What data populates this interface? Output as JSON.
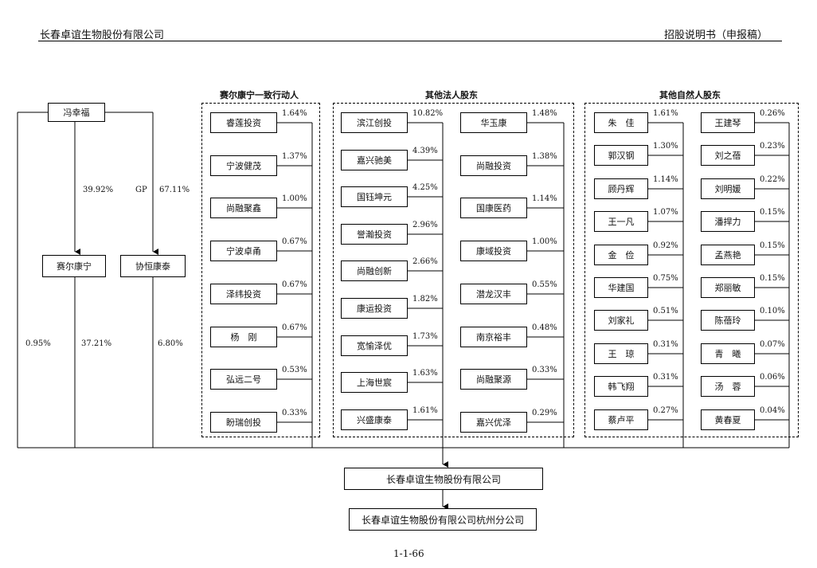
{
  "header": {
    "company": "长春卓谊生物股份有限公司",
    "doc": "招股说明书（申报稿）"
  },
  "top": {
    "person": "冯幸福",
    "left_entity": "赛尔康宁",
    "right_entity": "协恒康泰",
    "pct_left_entity": "39.92%",
    "gp_label": "GP",
    "pct_right_entity": "67.11%",
    "pct_person_direct": "0.95%",
    "pct_left_company": "37.21%",
    "pct_right_company": "6.80%"
  },
  "groups": {
    "concert": {
      "title": "赛尔康宁一致行动人",
      "items": [
        {
          "name": "睿莲投资",
          "pct": "1.64%"
        },
        {
          "name": "宁波健茂",
          "pct": "1.37%"
        },
        {
          "name": "尚融聚鑫",
          "pct": "1.00%"
        },
        {
          "name": "宁波卓甬",
          "pct": "0.67%"
        },
        {
          "name": "泽纬投资",
          "pct": "0.67%"
        },
        {
          "name": "杨　刚",
          "pct": "0.67%"
        },
        {
          "name": "弘远二号",
          "pct": "0.53%"
        },
        {
          "name": "盼瑞创投",
          "pct": "0.33%"
        }
      ]
    },
    "legal": {
      "title": "其他法人股东",
      "col1": [
        {
          "name": "滨江创投",
          "pct": "10.82%"
        },
        {
          "name": "嘉兴驰美",
          "pct": "4.39%"
        },
        {
          "name": "国钰坤元",
          "pct": "4.25%"
        },
        {
          "name": "誉瀚投资",
          "pct": "2.96%"
        },
        {
          "name": "尚融创新",
          "pct": "2.66%"
        },
        {
          "name": "康运投资",
          "pct": "1.82%"
        },
        {
          "name": "宽愉泽优",
          "pct": "1.73%"
        },
        {
          "name": "上海世宸",
          "pct": "1.63%"
        },
        {
          "name": "兴盛康泰",
          "pct": "1.61%"
        }
      ],
      "col2": [
        {
          "name": "华玉康",
          "pct": "1.48%"
        },
        {
          "name": "尚融投资",
          "pct": "1.38%"
        },
        {
          "name": "国康医药",
          "pct": "1.14%"
        },
        {
          "name": "康域投资",
          "pct": "1.00%"
        },
        {
          "name": "潜龙汉丰",
          "pct": "0.55%"
        },
        {
          "name": "南京裕丰",
          "pct": "0.48%"
        },
        {
          "name": "尚融聚源",
          "pct": "0.33%"
        },
        {
          "name": "嘉兴优泽",
          "pct": "0.29%"
        }
      ]
    },
    "natural": {
      "title": "其他自然人股东",
      "col1": [
        {
          "name": "朱　佳",
          "pct": "1.61%"
        },
        {
          "name": "郭汉钢",
          "pct": "1.30%"
        },
        {
          "name": "顾丹辉",
          "pct": "1.14%"
        },
        {
          "name": "王一凡",
          "pct": "1.07%"
        },
        {
          "name": "金　俭",
          "pct": "0.92%"
        },
        {
          "name": "华建国",
          "pct": "0.75%"
        },
        {
          "name": "刘家礼",
          "pct": "0.51%"
        },
        {
          "name": "王　琼",
          "pct": "0.31%"
        },
        {
          "name": "韩飞翔",
          "pct": "0.31%"
        },
        {
          "name": "蔡卢平",
          "pct": "0.27%"
        }
      ],
      "col2": [
        {
          "name": "王建琴",
          "pct": "0.26%"
        },
        {
          "name": "刘之蓓",
          "pct": "0.23%"
        },
        {
          "name": "刘明媛",
          "pct": "0.22%"
        },
        {
          "name": "潘捍力",
          "pct": "0.15%"
        },
        {
          "name": "孟燕艳",
          "pct": "0.15%"
        },
        {
          "name": "郑丽敏",
          "pct": "0.15%"
        },
        {
          "name": "陈蓓玲",
          "pct": "0.10%"
        },
        {
          "name": "青　曦",
          "pct": "0.07%"
        },
        {
          "name": "汤　蓉",
          "pct": "0.06%"
        },
        {
          "name": "黄春夏",
          "pct": "0.04%"
        }
      ]
    }
  },
  "company_box": "长春卓谊生物股份有限公司",
  "branch_box": "长春卓谊生物股份有限公司杭州分公司",
  "page_number": "1-1-66"
}
